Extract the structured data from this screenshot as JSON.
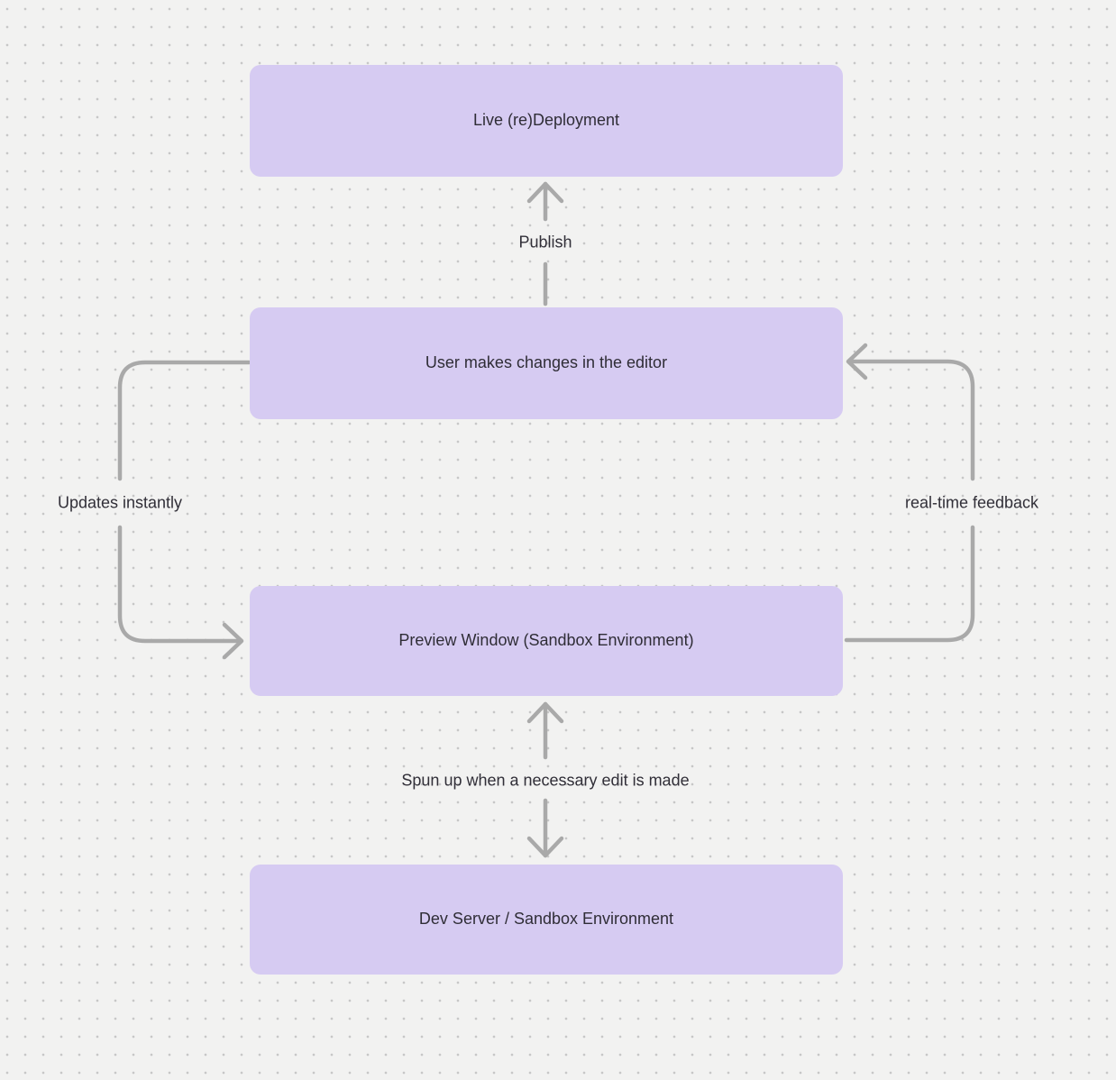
{
  "diagram": {
    "background": {
      "color": "#f2f2f1",
      "pattern": "dot-grid",
      "dot_color": "#c7c7c7"
    },
    "colors": {
      "node_fill": "#d6cbf2",
      "node_text": "#2f2d36",
      "edge_stroke": "#a9a9a9",
      "edge_label_text": "#312f38"
    },
    "nodes": [
      {
        "id": "live-redeployment",
        "label": "Live (re)Deployment"
      },
      {
        "id": "user-editor",
        "label": "User makes changes in the editor"
      },
      {
        "id": "preview-window",
        "label": "Preview Window (Sandbox Environment)"
      },
      {
        "id": "dev-server",
        "label": "Dev Server / Sandbox Environment"
      }
    ],
    "edges": [
      {
        "from": "user-editor",
        "to": "live-redeployment",
        "label": "Publish",
        "direction": "up",
        "shape": "straight-vertical"
      },
      {
        "from": "user-editor",
        "to": "preview-window",
        "label": "Updates instantly",
        "direction": "down",
        "shape": "curved-left-side"
      },
      {
        "from": "preview-window",
        "to": "user-editor",
        "label": "real-time feedback",
        "direction": "up",
        "shape": "curved-right-side"
      },
      {
        "from": "dev-server",
        "to": "preview-window",
        "label": "Spun up when a necessary edit is made",
        "direction": "both",
        "shape": "straight-vertical"
      }
    ]
  }
}
